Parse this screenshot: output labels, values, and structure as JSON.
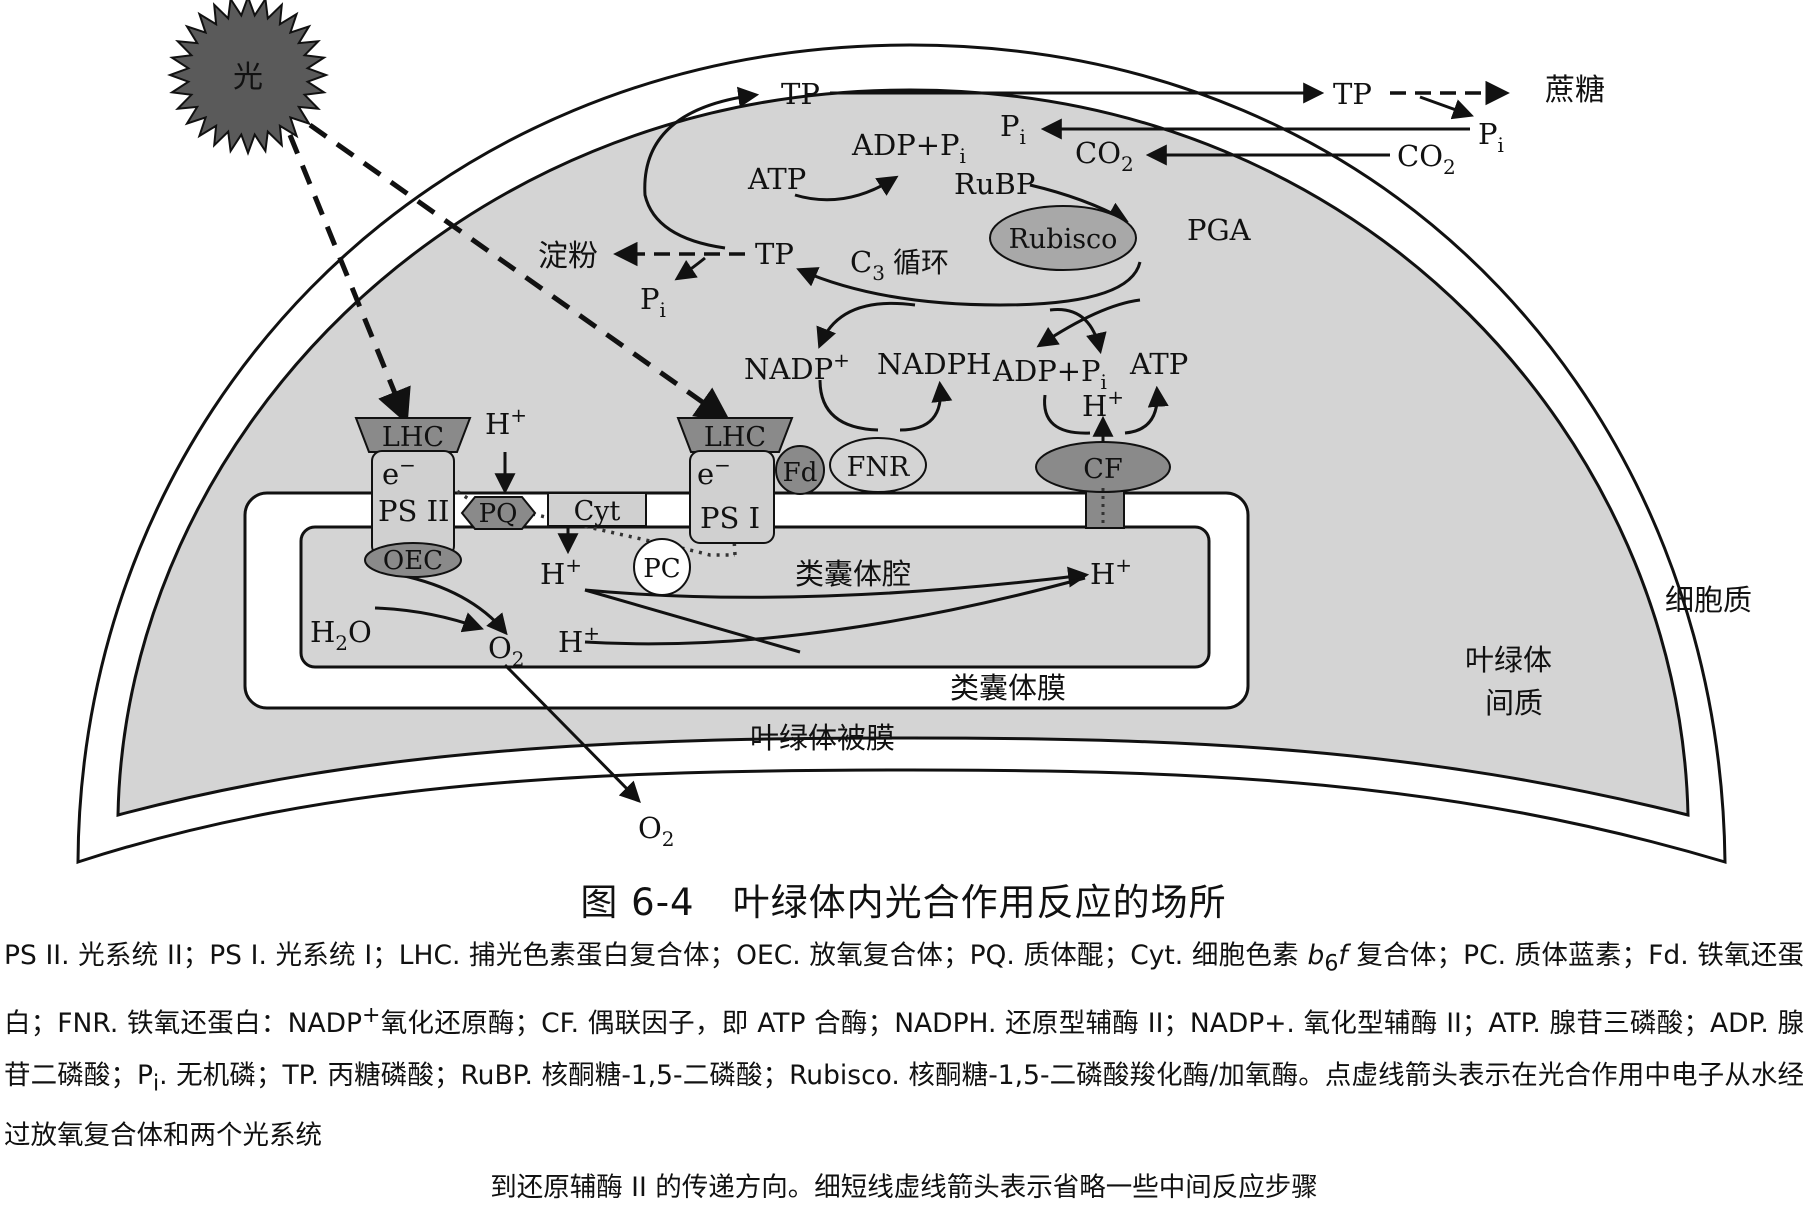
{
  "labels": {
    "light": "光",
    "tp_export": "TP",
    "tp_cytosol": "TP",
    "sucrose": "蔗糖",
    "pi_stroma": "P",
    "pi_cytosol": "P",
    "co2_stroma": "CO",
    "co2_cytosol": "CO",
    "adp_pi_top": "ADP+P",
    "atp_top": "ATP",
    "rubp": "RuBP",
    "rubisco": "Rubisco",
    "pga": "PGA",
    "starch": "淀粉",
    "tp_cycle": "TP",
    "pi_starch": "P",
    "c3_cycle": "C",
    "c3_cycle_suffix": "循环",
    "nadp_plus": "NADP",
    "nadph": "NADPH",
    "adp_pi_cf": "ADP+P",
    "atp_cf": "ATP",
    "fnr": "FNR",
    "fd": "Fd",
    "lhc_left": "LHC",
    "lhc_right": "LHC",
    "h_plus_cf": "H",
    "cf": "CF",
    "h_plus_pq": "H",
    "e_minus_psii": "e",
    "psii": "PS II",
    "pq": "PQ",
    "cyt": "Cyt",
    "e_minus_psi": "e",
    "psi": "PS I",
    "pc": "PC",
    "oec": "OEC",
    "h_plus_lumen1": "H",
    "lumen": "类囊体腔",
    "h_plus_lumen_right": "H",
    "h2o": "H",
    "h2o_o": "O",
    "o2_lumen": "O",
    "h_plus_lumen2": "H",
    "thylakoid_membrane": "类囊体膜",
    "envelope": "叶绿体被膜",
    "o2_out": "O",
    "cytoplasm": "细胞质",
    "stroma_line1": "叶绿体",
    "stroma_line2": "间质",
    "sub_i": "i",
    "sub_2": "2",
    "sub_3": "3",
    "sup_plus": "+",
    "sup_minus": "−"
  },
  "caption": {
    "title": "图 6-4　叶绿体内光合作用反应的场所",
    "p1": "PS II. 光系统 II；PS I. 光系统 I；LHC. 捕光色素蛋白复合体；OEC. 放氧复合体；PQ. 质体醌；Cyt. 细胞色素 ",
    "b6f": "b",
    "b6f_sub": "6",
    "b6f_f": "f",
    "p2": " 复合体；PC. 质体蓝素；Fd. 铁氧还蛋白；FNR. 铁氧还蛋白：NADP",
    "p2_sup": "+",
    "p3": "氧化还原酶；CF. 偶联因子，即 ATP 合酶；NADPH. 还原型辅酶 II；NADP+. 氧化型辅酶 II；ATP. 腺苷三磷酸；ADP. 腺苷二磷酸；P",
    "p3_sub": "i",
    "p4": ". 无机磷；TP. 丙糖磷酸；RuBP. 核酮糖-1,5-二磷酸；Rubisco. 核酮糖-1,5-二磷酸羧化酶/加氧酶。点虚线箭头表示在光合作用中电子从水经过放氧复合体和两个光系统",
    "p5": "到还原辅酶 II 的传递方向。细短线虚线箭头表示省略一些中间反应步骤"
  },
  "colors": {
    "stroma": "#d4d4d4",
    "protein": "#a8a8a8",
    "protein_dark": "#8a8a8a",
    "line": "#111111"
  }
}
